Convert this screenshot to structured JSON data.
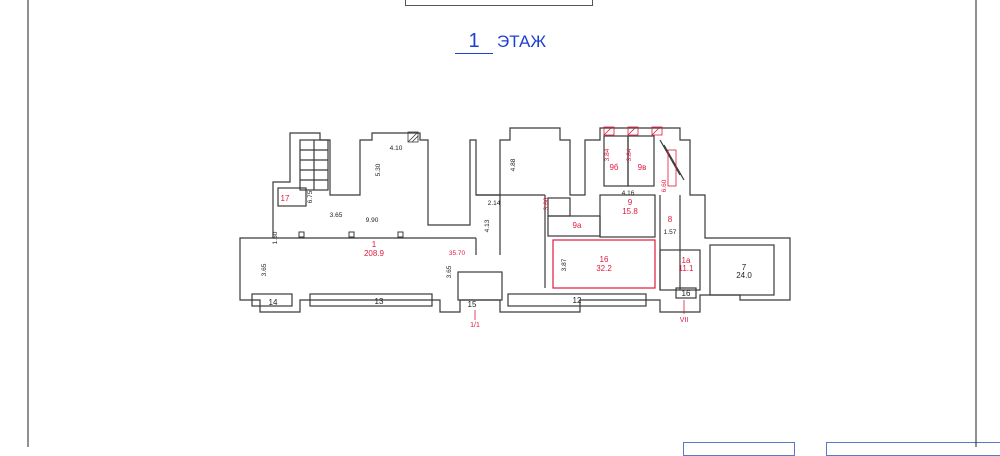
{
  "title_block": {
    "floor_number": "1",
    "floor_word": "ЭТАЖ",
    "stamp_fragments": [
      "............",
      "............",
      "............"
    ]
  },
  "colors": {
    "wall": "#3a3a3a",
    "accent_red": "#e0193c",
    "title_blue": "#1f3fd0",
    "frame": "#222222"
  },
  "rooms": [
    {
      "id": "room-1",
      "number": "1",
      "area": "208.9"
    },
    {
      "id": "room-16",
      "number": "16",
      "area": "32.2"
    },
    {
      "id": "room-9",
      "number": "9",
      "area": "15.8"
    },
    {
      "id": "room-1a",
      "number": "1a",
      "area": "11.1"
    },
    {
      "id": "room-7",
      "number": "7",
      "area": "24.0"
    },
    {
      "id": "room-9a",
      "number": "9a",
      "area": ""
    },
    {
      "id": "room-9b",
      "number": "9б",
      "area": ""
    },
    {
      "id": "room-9v",
      "number": "9в",
      "area": ""
    },
    {
      "id": "room-17",
      "number": "17",
      "area": ""
    },
    {
      "id": "room-8",
      "number": "8",
      "area": ""
    }
  ],
  "room_marks_black": [
    "14",
    "13",
    "15",
    "12",
    "16"
  ],
  "dimensions_black": [
    "4.10",
    "5.30",
    "6.75",
    "3.65",
    "9.90",
    "1.60",
    "3.65",
    "4.88",
    "2.14",
    "4.13",
    "3.65",
    "3.87",
    "4.16",
    "1.57"
  ],
  "dimensions_red": [
    "35.70",
    "3.66",
    "3.84",
    "3.84",
    "6.60"
  ],
  "axis_marks": [
    "1/1",
    "VII"
  ]
}
